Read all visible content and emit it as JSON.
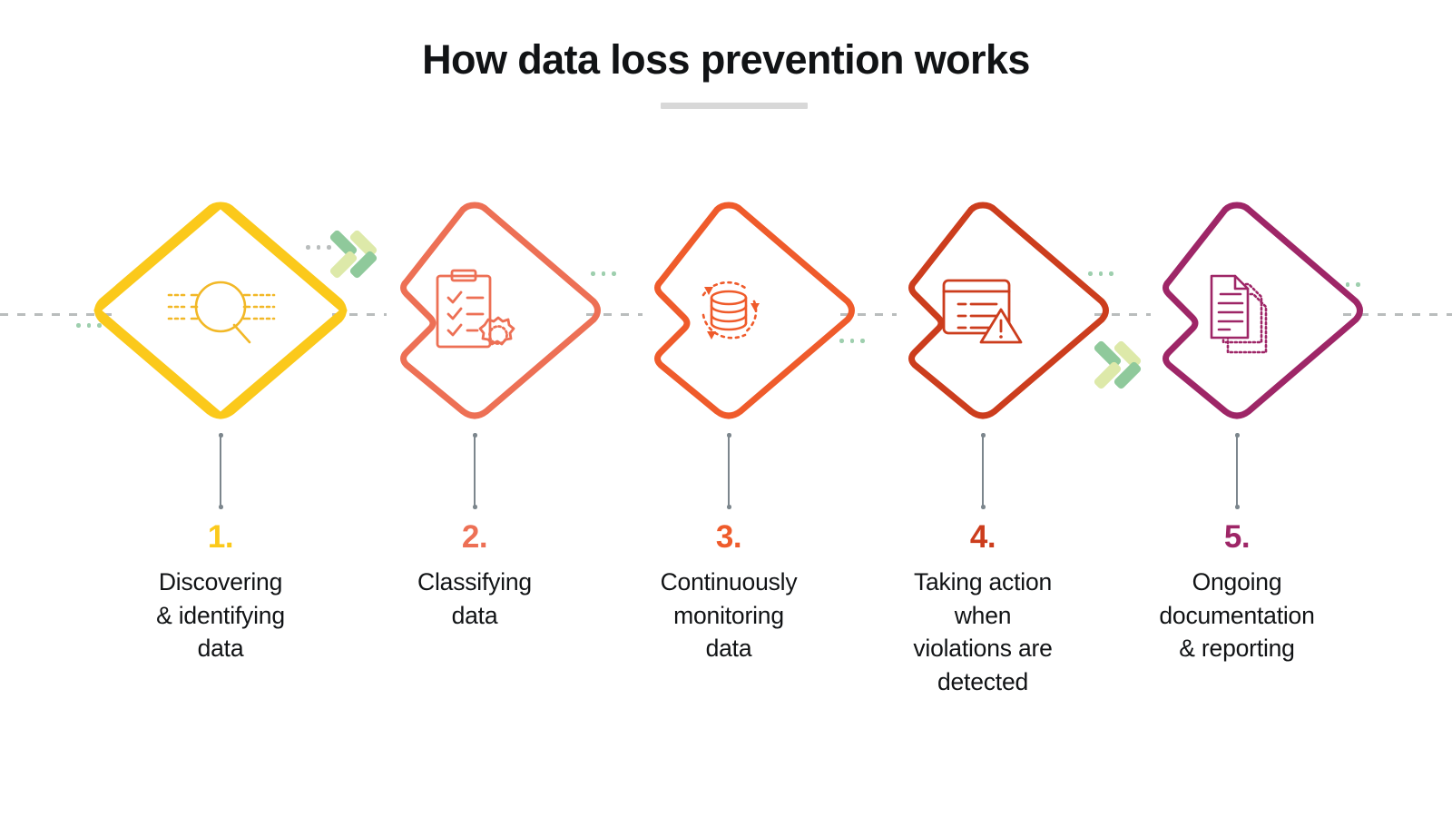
{
  "header": {
    "title": "How data loss prevention works"
  },
  "diagram": {
    "type": "process-flow",
    "orientation": "horizontal",
    "step_count": 5,
    "rail_style": "dashed",
    "rail_color": "#b9bdbd",
    "background": "#ffffff",
    "steps": [
      {
        "number": "1.",
        "label": "Discovering\n& identifying\ndata",
        "color": "#FBC91B",
        "icon": "magnifier-search-icon",
        "notched": false
      },
      {
        "number": "2.",
        "label": "Classifying\ndata",
        "color": "#ED7055",
        "icon": "clipboard-checklist-seal-icon",
        "notched": true
      },
      {
        "number": "3.",
        "label": "Continuously\nmonitoring\ndata",
        "color": "#EF5B2B",
        "icon": "database-refresh-cycle-icon",
        "notched": true
      },
      {
        "number": "4.",
        "label": "Taking action\nwhen\nviolations are\ndetected",
        "color": "#CC3D1D",
        "icon": "window-alert-warning-icon",
        "notched": true
      },
      {
        "number": "5.",
        "label": "Ongoing\ndocumentation\n& reporting",
        "color": "#9E2667",
        "icon": "document-stack-icon",
        "notched": true
      }
    ],
    "accents": {
      "chevron_green_dark": "#8FC99B",
      "chevron_green_light": "#DDE9A9",
      "dot_green": "#9ecfae",
      "dot_gray": "#b9bdbd"
    }
  }
}
